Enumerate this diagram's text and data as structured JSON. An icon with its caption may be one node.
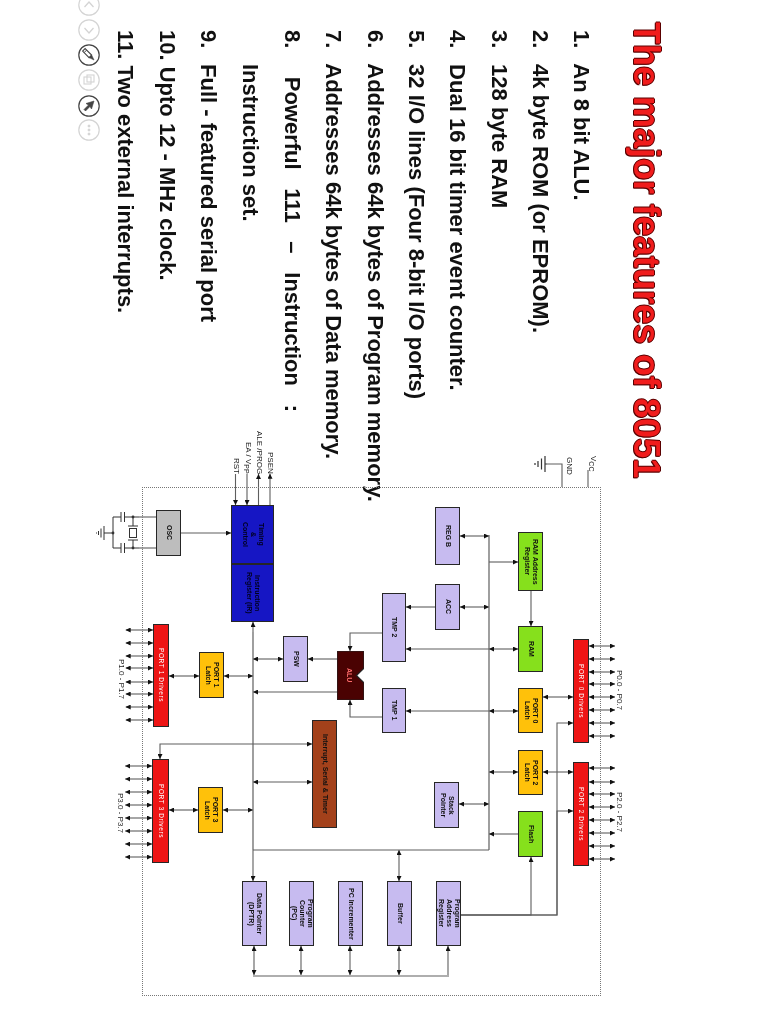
{
  "diagram": {
    "title": "The major features of 8051",
    "nodes": [
      {
        "text": [
          "V$_{CC}$"
        ]
      },
      {
        "text": [],
        "shape": "picture",
        "beside": [
          "GND"
        ]
      },
      {
        "text": [],
        "shape": "box"
      },
      {
        "text": [
          "RAM Address Register"
        ],
        "in": 2
      },
      {
        "text": [
          "REG B"
        ],
        "in": 2
      },
      {
        "text": [
          "RAM"
        ],
        "in": 2
      },
      {
        "text": [
          "ACC"
        ],
        "in": 2
      },
      {
        "text": [
          "PORT 0 Drivers"
        ],
        "in": 2
      },
      {
        "text": [
          "PORT 0 Latch"
        ],
        "in": 2
      },
      {
        "text": [
          "TMP 2"
        ],
        "in": 2
      },
      {
        "text": [
          "TMP 1"
        ],
        "in": 2
      },
      {
        "text": [
          "PORT 2 Drivers"
        ],
        "in": 2
      },
      {
        "text": [
          "PORT 2 Latch"
        ],
        "in": 2
      },
      {
        "text": [
          "Stack Pointer"
        ],
        "in": 2
      },
      {
        "text": [
          "Flash"
        ],
        "in": 2
      },
      {
        "text": [
          "ALU"
        ],
        "in": 2
      },
      {
        "text": [
          "Program Address Register"
        ],
        "in": 2
      },
      {
        "text": [
          "Buffer"
        ],
        "in": 2
      },
      {
        "text": [
          "PSW"
        ],
        "in": 2
      },
      {
        "text": [
          "Interrupt, Serial & Timer"
        ],
        "in": 2
      },
      {
        "text": [
          "PC Incrementer"
        ],
        "in": 2
      },
      {
        "text": [
          "Program Counter (PC)"
        ],
        "in": 2
      },
      {
        "text": [
          "Timing & Control"
        ],
        "in": 2
      },
      {
        "text": [
          "Instruction Register (IR)"
        ],
        "in": 2
      },
      {
        "text": [
          "Data Pointer (DPTR)"
        ],
        "in": 2
      },
      {
        "text": [
          "PORT 1 Latch"
        ],
        "in": 2
      },
      {
        "text": [
          "PORT 3 Latch"
        ],
        "in": 2
      },
      {
        "text": [
          "OSC"
        ],
        "in": 2
      },
      {
        "text": [
          "PORT 1 Drivers"
        ],
        "in": 2
      },
      {
        "text": [
          "PORT 3 Drivers"
        ],
        "in": 2
      },
      {
        "text": [],
        "shape": "line",
        "in": 2
      },
      {
        "text": [],
        "shape": "line",
        "in": 2
      },
      {
        "text": [
          "PSEN"
        ]
      },
      {
        "text": [
          "ALE /PROG"
        ]
      },
      {
        "text": [
          "EA / V$_{PP}$"
        ]
      },
      {
        "text": [
          "RST"
        ]
      },
      {
        "text": [],
        "shape": "picture"
      },
      {
        "text": [],
        "shape": "line",
        "in": 2
      },
      {
        "text": [],
        "shape": "line",
        "in": 2
      },
      {
        "text": [
          "P0.0 - P0.7"
        ]
      },
      {
        "text": [
          "P2.0 - P2.7"
        ]
      },
      {
        "text": [
          "P1.0 - P1.7"
        ]
      },
      {
        "text": [
          "P3.0 - P3.7"
        ]
      }
    ],
    "edges": [
      {
        "from": 0,
        "to": 2,
        "arrow": "none"
      },
      {
        "from": 2,
        "to": 1,
        "arrow": "none"
      },
      {
        "from": 30,
        "to": 3,
        "arrow": "to"
      },
      {
        "from": 4,
        "to": 30,
        "arrow": "both"
      },
      {
        "from": 3,
        "to": 5,
        "arrow": "to"
      },
      {
        "from": 6,
        "to": 9,
        "arrow": "to"
      },
      {
        "from": 6,
        "to": 30,
        "arrow": "both"
      },
      {
        "from": 30,
        "to": 9,
        "arrow": "to"
      },
      {
        "from": 5,
        "to": 30,
        "arrow": "both"
      },
      {
        "from": 30,
        "to": 10,
        "arrow": "to"
      },
      {
        "from": 8,
        "to": 30,
        "arrow": "both"
      },
      {
        "from": 8,
        "to": 7,
        "arrow": "both"
      },
      {
        "from": 12,
        "to": 30,
        "arrow": "both"
      },
      {
        "from": 12,
        "to": 11,
        "arrow": "both"
      },
      {
        "from": 13,
        "to": 30,
        "arrow": "both"
      },
      {
        "from": 14,
        "to": 30,
        "arrow": "to"
      },
      {
        "from": 16,
        "to": 14,
        "arrow": "to"
      },
      {
        "from": 16,
        "to": 7,
        "arrow": "to"
      },
      {
        "from": 16,
        "to": 11,
        "arrow": "to"
      },
      {
        "from": 9,
        "to": 15,
        "arrow": "to"
      },
      {
        "from": 10,
        "to": 15,
        "arrow": "to"
      },
      {
        "from": 15,
        "to": 18,
        "arrow": "to"
      },
      {
        "from": 15,
        "to": 37,
        "arrow": "to"
      },
      {
        "from": 18,
        "to": 37,
        "arrow": "both"
      },
      {
        "from": 25,
        "to": 37,
        "arrow": "both"
      },
      {
        "from": 25,
        "to": 28,
        "arrow": "both"
      },
      {
        "from": 19,
        "to": 37,
        "arrow": "both"
      },
      {
        "from": 19,
        "to": 29,
        "arrow": "both"
      },
      {
        "from": 26,
        "to": 37,
        "arrow": "both"
      },
      {
        "from": 26,
        "to": 29,
        "arrow": "both"
      },
      {
        "from": 37,
        "to": 23,
        "arrow": "to"
      },
      {
        "from": 37,
        "to": 24,
        "arrow": "to"
      },
      {
        "from": 17,
        "to": 38,
        "arrow": "both"
      },
      {
        "from": 17,
        "to": 31,
        "arrow": "both"
      },
      {
        "from": 31,
        "to": 16,
        "arrow": "to"
      },
      {
        "from": 20,
        "to": 31,
        "arrow": "both"
      },
      {
        "from": 21,
        "to": 31,
        "arrow": "both"
      },
      {
        "from": 24,
        "to": 31,
        "arrow": "both"
      },
      {
        "from": 27,
        "to": 22,
        "arrow": "to"
      },
      {
        "from": 22,
        "to": 32,
        "arrow": "to"
      },
      {
        "from": 22,
        "to": 33,
        "arrow": "to"
      },
      {
        "from": 34,
        "to": 22,
        "arrow": "to"
      },
      {
        "from": 35,
        "to": 22,
        "arrow": "to"
      },
      {
        "from": 27,
        "to": 36,
        "arrow": "none"
      },
      {
        "from": 27,
        "to": 36,
        "arrow": "none"
      },
      {
        "from": 7,
        "to": 39,
        "arrow": "both"
      },
      {
        "from": 7,
        "to": 39,
        "arrow": "both"
      },
      {
        "from": 7,
        "to": 39,
        "arrow": "both"
      },
      {
        "from": 7,
        "to": 39,
        "arrow": "both"
      },
      {
        "from": 7,
        "to": 39,
        "arrow": "both"
      },
      {
        "from": 7,
        "to": 39,
        "arrow": "both"
      },
      {
        "from": 7,
        "to": 39,
        "arrow": "both"
      },
      {
        "from": 7,
        "to": 39,
        "arrow": "both"
      },
      {
        "from": 11,
        "to": 40,
        "arrow": "both"
      },
      {
        "from": 11,
        "to": 40,
        "arrow": "both"
      },
      {
        "from": 11,
        "to": 40,
        "arrow": "both"
      },
      {
        "from": 11,
        "to": 40,
        "arrow": "both"
      },
      {
        "from": 11,
        "to": 40,
        "arrow": "both"
      },
      {
        "from": 11,
        "to": 40,
        "arrow": "both"
      },
      {
        "from": 11,
        "to": 40,
        "arrow": "both"
      },
      {
        "from": 11,
        "to": 40,
        "arrow": "both"
      },
      {
        "from": 28,
        "to": 41,
        "arrow": "both"
      },
      {
        "from": 28,
        "to": 41,
        "arrow": "both"
      },
      {
        "from": 28,
        "to": 41,
        "arrow": "both"
      },
      {
        "from": 28,
        "to": 41,
        "arrow": "both"
      },
      {
        "from": 28,
        "to": 41,
        "arrow": "both"
      },
      {
        "from": 28,
        "to": 41,
        "arrow": "both"
      },
      {
        "from": 28,
        "to": 41,
        "arrow": "both"
      },
      {
        "from": 28,
        "to": 41,
        "arrow": "both"
      },
      {
        "from": 29,
        "to": 42,
        "arrow": "both"
      },
      {
        "from": 29,
        "to": 42,
        "arrow": "both"
      },
      {
        "from": 29,
        "to": 42,
        "arrow": "both"
      },
      {
        "from": 29,
        "to": 42,
        "arrow": "both"
      },
      {
        "from": 29,
        "to": 42,
        "arrow": "both"
      },
      {
        "from": 29,
        "to": 42,
        "arrow": "both"
      },
      {
        "from": 29,
        "to": 42,
        "arrow": "both"
      },
      {
        "from": 29,
        "to": 42,
        "arrow": "both"
      }
    ],
    "labels": [
      "1. An 8 bit ALU.",
      "2. 4k byte ROM (or EPROM).",
      "3. 128 byte RAM",
      "4. Dual 16 bit timer event counter.",
      "5. 32 I/O lines (Four 8-bit I/O ports)",
      "6. Addresses 64k bytes of Program memory.",
      "7. Addresses 64k bytes of Data memory.",
      "8. Powerful 111 – Instruction : Instruction set.",
      "9. Full - featured serial port",
      "10. Upto 12 - MHz clock.",
      "11. Two external interrupts."
    ]
  }
}
